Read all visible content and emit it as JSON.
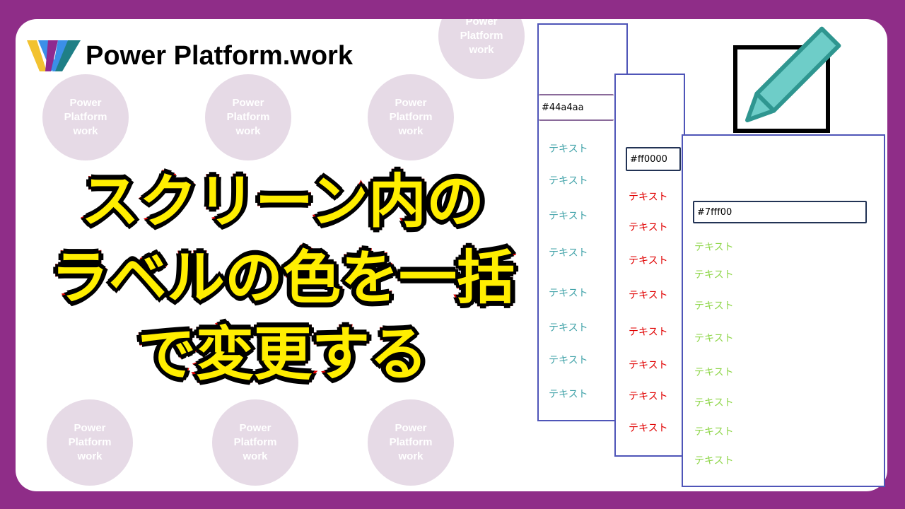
{
  "brand": {
    "name": "Power Platform.work",
    "watermark": "Power\nPlatform\nwork"
  },
  "headline": [
    "スクリーン内の",
    "ラベルの色を一括",
    "で変更する"
  ],
  "screens": [
    {
      "input": "#44a4aa",
      "color": "#44a4aa",
      "labels": [
        "テキスト",
        "テキスト",
        "テキスト",
        "テキスト",
        "テキスト",
        "テキスト",
        "テキスト",
        "テキスト"
      ]
    },
    {
      "input": "#ff0000",
      "color": "#e00000",
      "labels": [
        "テキスト",
        "テキスト",
        "テキスト",
        "テキスト",
        "テキスト",
        "テキスト",
        "テキスト",
        "テキスト"
      ]
    },
    {
      "input": "#7fff00",
      "color": "#8fd64a",
      "labels": [
        "テキスト",
        "テキスト",
        "テキスト",
        "テキスト",
        "テキスト",
        "テキスト",
        "テキスト",
        "テキスト"
      ]
    }
  ],
  "colors": {
    "background": "#8f2d88",
    "headline_fill": "#ffee00",
    "headline_stroke": "#e00000",
    "screen_border": "#4f55b8",
    "pencil": "#6ecdc8"
  }
}
